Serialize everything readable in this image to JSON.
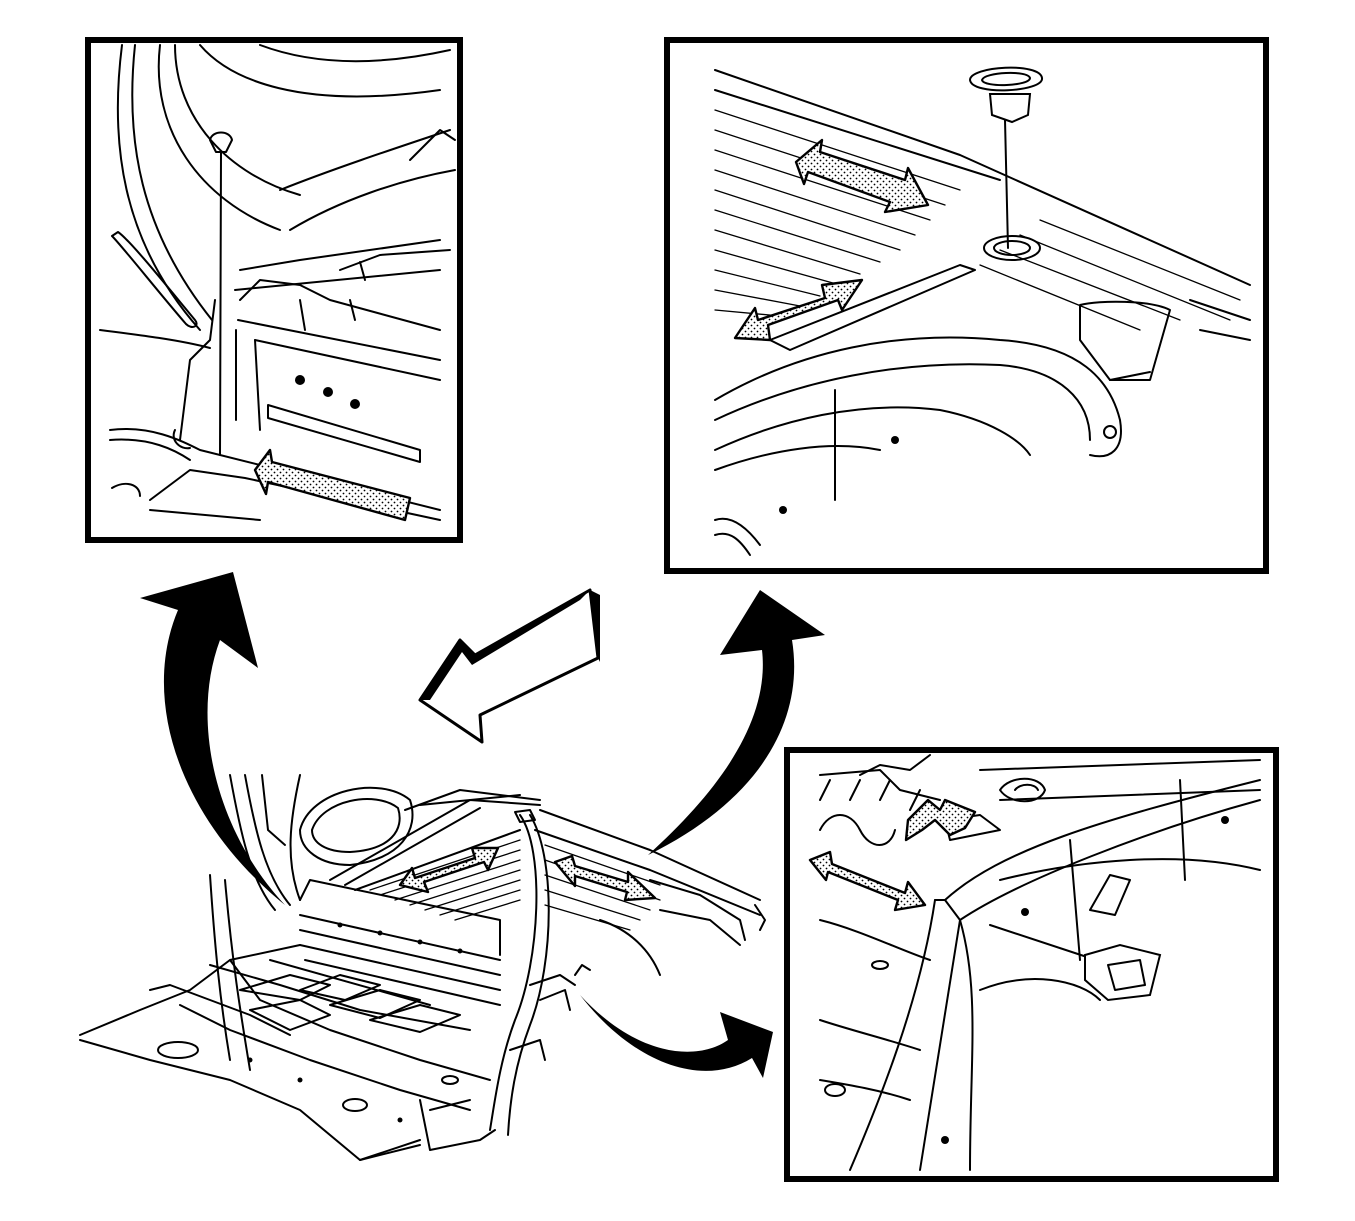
{
  "diagram": {
    "kind": "service-illustration",
    "callouts": [
      {
        "id": "detail-top-left",
        "icon": "clip-fastener-icon",
        "motion": "slide-in-arrow"
      },
      {
        "id": "detail-top-right",
        "icon": "push-pin-retainer-icon",
        "motion": "double-headed-arrows"
      },
      {
        "id": "detail-bottom-right",
        "icon": "square-retainer-icon",
        "motion": "double-headed-arrows"
      }
    ],
    "colors": {
      "line": "#000000",
      "background": "#ffffff",
      "stipple": "#000000"
    }
  }
}
